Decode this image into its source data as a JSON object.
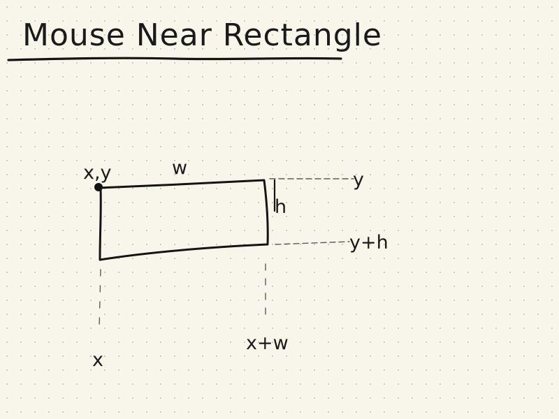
{
  "title": "Mouse Near Rectangle",
  "labels": {
    "corner": "x,y",
    "width": "w",
    "height": "h",
    "top_edge": "y",
    "bottom_edge": "y+h",
    "left_edge": "x",
    "right_edge": "x+w"
  },
  "colors": {
    "paper": "#f8f6ea",
    "grid_dot": "#c9c7b8",
    "ink": "#141414",
    "guide": "#5a5a5a"
  }
}
